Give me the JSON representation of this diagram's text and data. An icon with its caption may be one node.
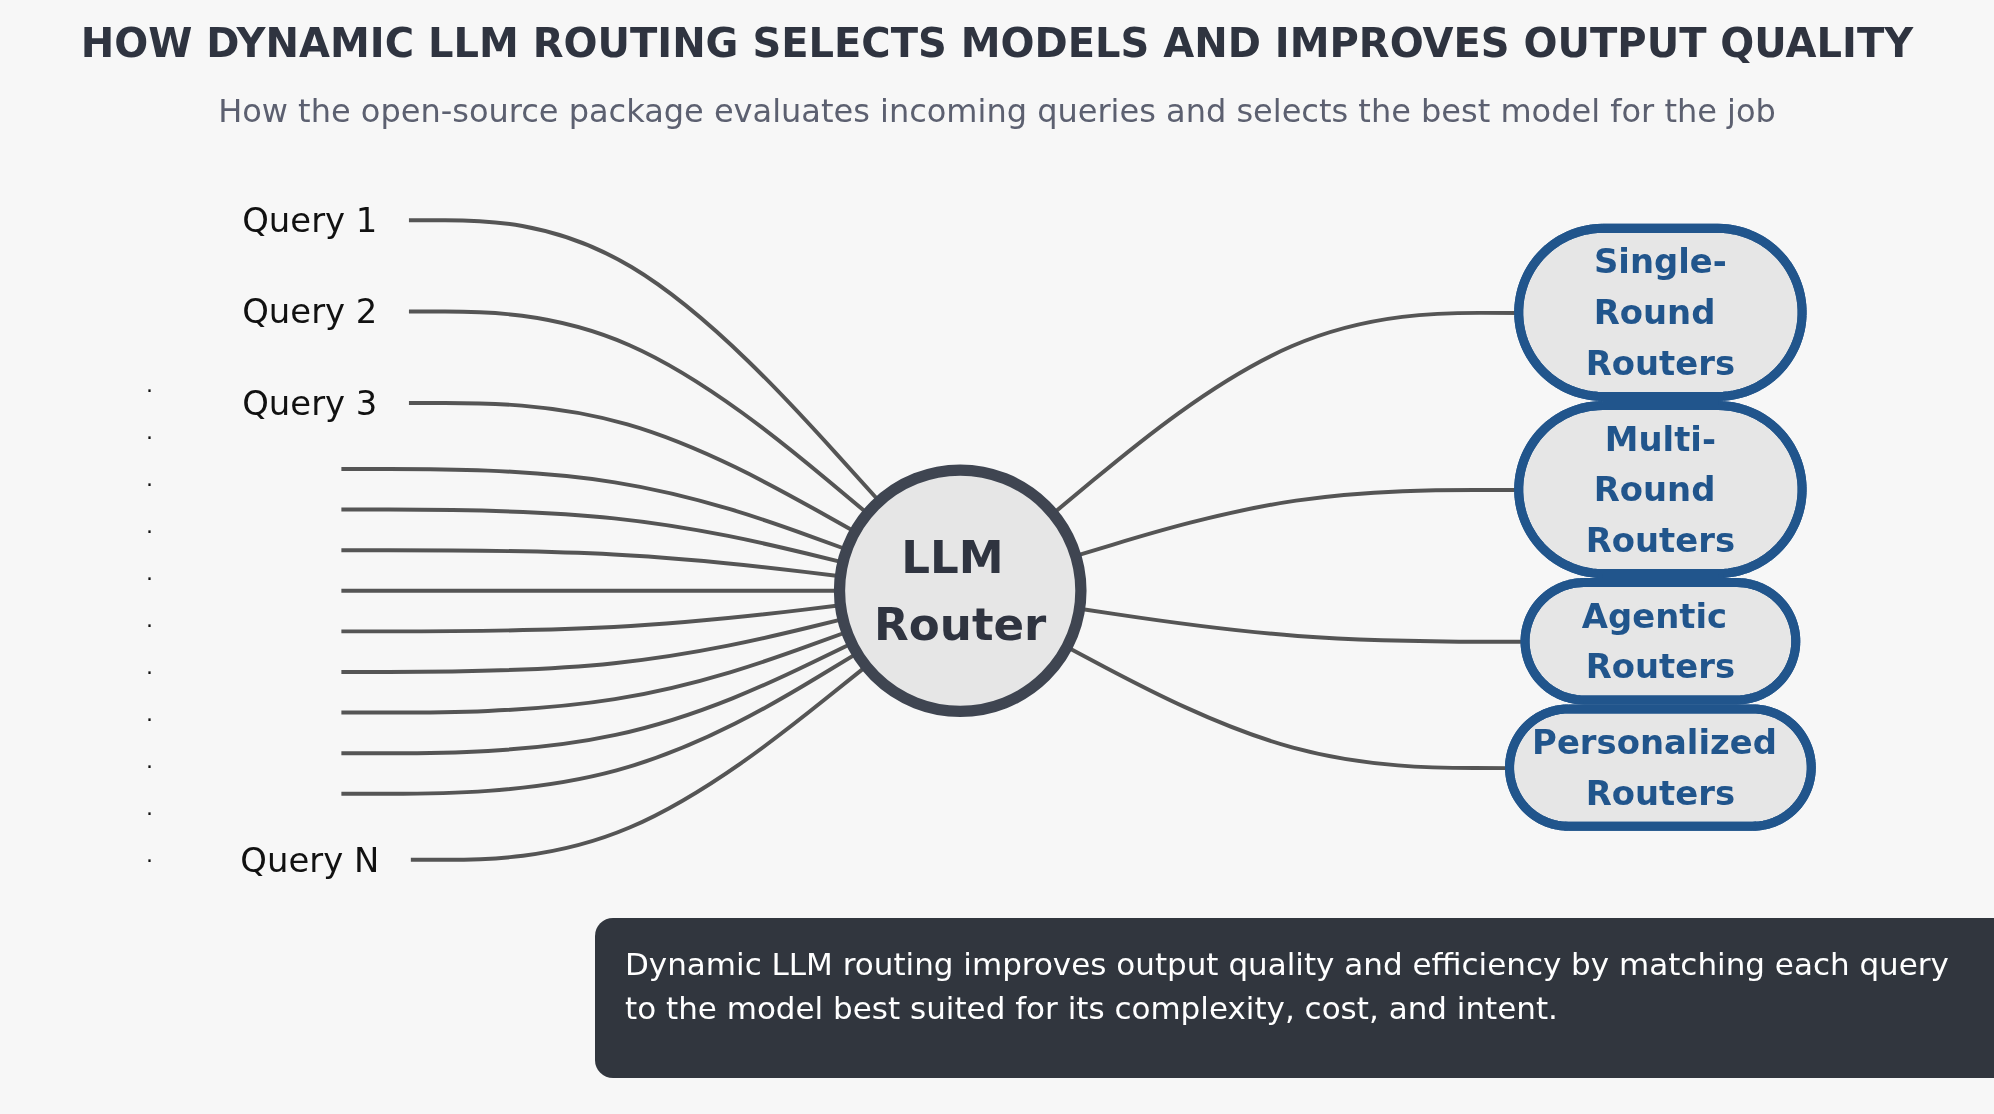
{
  "diagram": {
    "title": "HOW DYNAMIC LLM ROUTING SELECTS MODELS AND IMPROVES OUTPUT QUALITY",
    "caption": "Dynamic LLM routing improves output quality and efficiency by matching each query to the model best suited for its complexity, cost, and intent.",
    "nodes": [
      {
        "text": [
          "Query 1"
        ]
      },
      {
        "text": [
          "Query 2"
        ]
      },
      {
        "text": [
          "Query 3"
        ]
      },
      {
        "text": [
          "Query N"
        ]
      },
      {
        "text": [
          "LLM Router"
        ]
      },
      {
        "text": [
          "Single-Round Routers"
        ]
      },
      {
        "text": [
          "Multi-Round Routers"
        ]
      },
      {
        "text": [
          "Agentic Routers"
        ]
      },
      {
        "text": [
          "Personalized Routers"
        ]
      }
    ],
    "edges": [
      {
        "from": 0,
        "to": 4,
        "arrow": "none"
      },
      {
        "from": 1,
        "to": 4,
        "arrow": "none"
      },
      {
        "from": 2,
        "to": 4,
        "arrow": "none"
      },
      {
        "from": null,
        "to": 4,
        "arrow": "none"
      },
      {
        "from": null,
        "to": 4,
        "arrow": "none"
      },
      {
        "from": null,
        "to": 4,
        "arrow": "none"
      },
      {
        "from": null,
        "to": 4,
        "arrow": "none"
      },
      {
        "from": null,
        "to": 4,
        "arrow": "none"
      },
      {
        "from": null,
        "to": 4,
        "arrow": "none"
      },
      {
        "from": null,
        "to": 4,
        "arrow": "none"
      },
      {
        "from": null,
        "to": 4,
        "arrow": "none"
      },
      {
        "from": null,
        "to": 4,
        "arrow": "none"
      },
      {
        "from": 3,
        "to": 4,
        "arrow": "none"
      },
      {
        "from": 4,
        "to": 5,
        "arrow": "none"
      },
      {
        "from": 4,
        "to": 6,
        "arrow": "none"
      },
      {
        "from": 4,
        "to": 7,
        "arrow": "none"
      },
      {
        "from": 4,
        "to": 8,
        "arrow": "none"
      }
    ],
    "labels": [
      "How the open-source package evaluates incoming queries and selects the best model for the job",
      ".",
      ".",
      ".",
      ".",
      ".",
      ".",
      ".",
      ".",
      ".",
      ".",
      "."
    ]
  }
}
